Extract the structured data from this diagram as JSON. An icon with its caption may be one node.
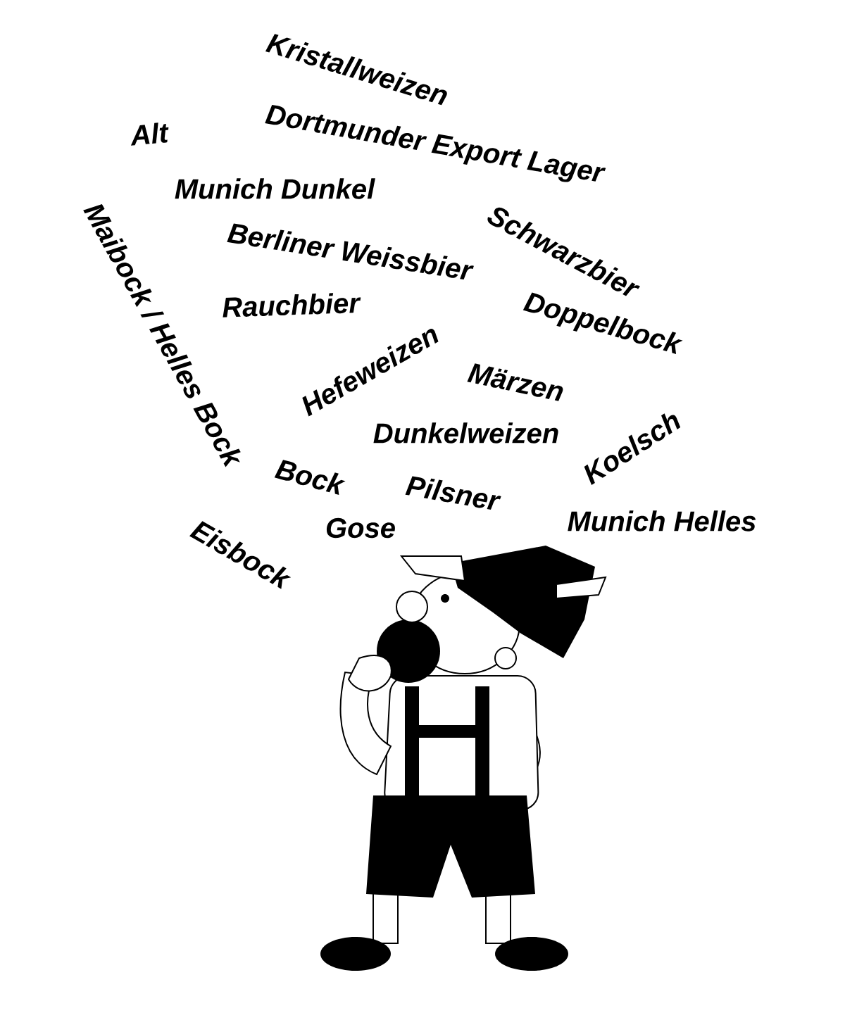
{
  "diagram": {
    "labels": [
      "Kristallweizen",
      "Alt",
      "Dortmunder Export Lager",
      "Munich Dunkel",
      "Schwarzbier",
      "Maibock / Helles Bock",
      "Berliner Weissbier",
      "Rauchbier",
      "Doppelbock",
      "Hefeweizen",
      "Märzen",
      "Dunkelweizen",
      "Koelsch",
      "Bock",
      "Pilsner",
      "Munich Helles",
      "Gose",
      "Eisbock"
    ]
  }
}
